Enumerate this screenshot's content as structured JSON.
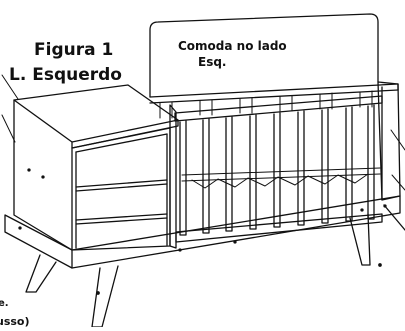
{
  "figure": {
    "number_label": "Figura 1",
    "side_label": "L. Esquerdo",
    "note_line1": "Comoda no lado",
    "note_line2": "Esq.",
    "cut_text_1": "e.",
    "cut_text_2": "usso)"
  },
  "colors": {
    "ink": "#111111",
    "background": "#ffffff"
  }
}
